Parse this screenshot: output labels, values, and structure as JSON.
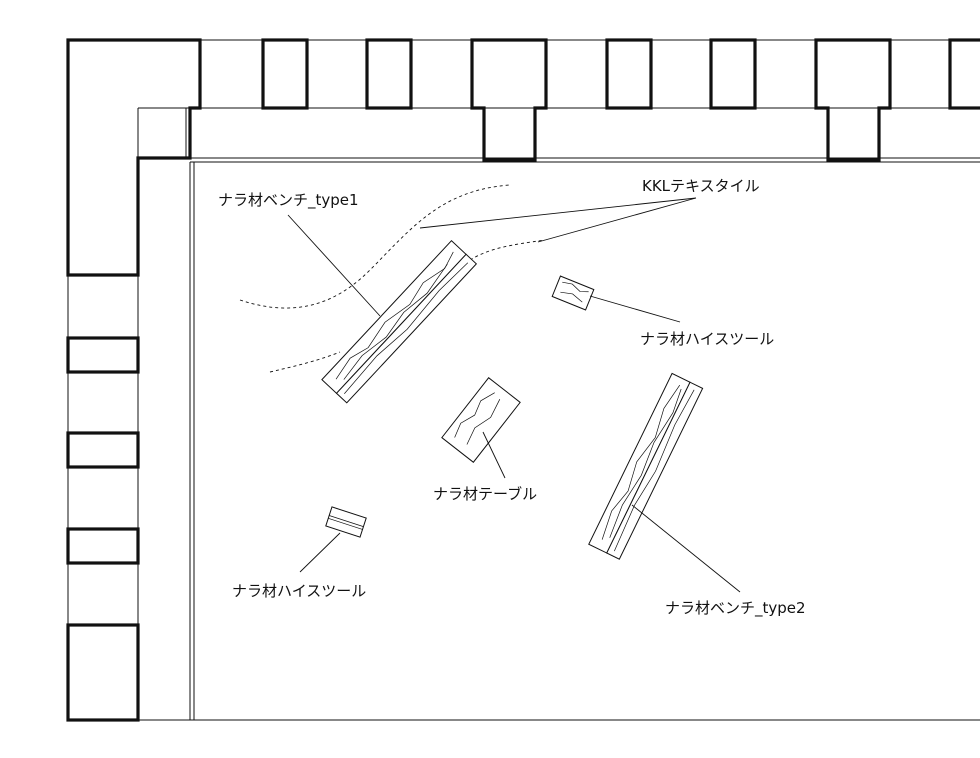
{
  "labels": {
    "bench1": "ナラ材ベンチ_type1",
    "bench2": "ナラ材ベンチ_type2",
    "textile": "KKLテキスタイル",
    "stool_top": "ナラ材ハイスツール",
    "stool_bottom": "ナラ材ハイスツール",
    "table": "ナラ材テーブル"
  }
}
